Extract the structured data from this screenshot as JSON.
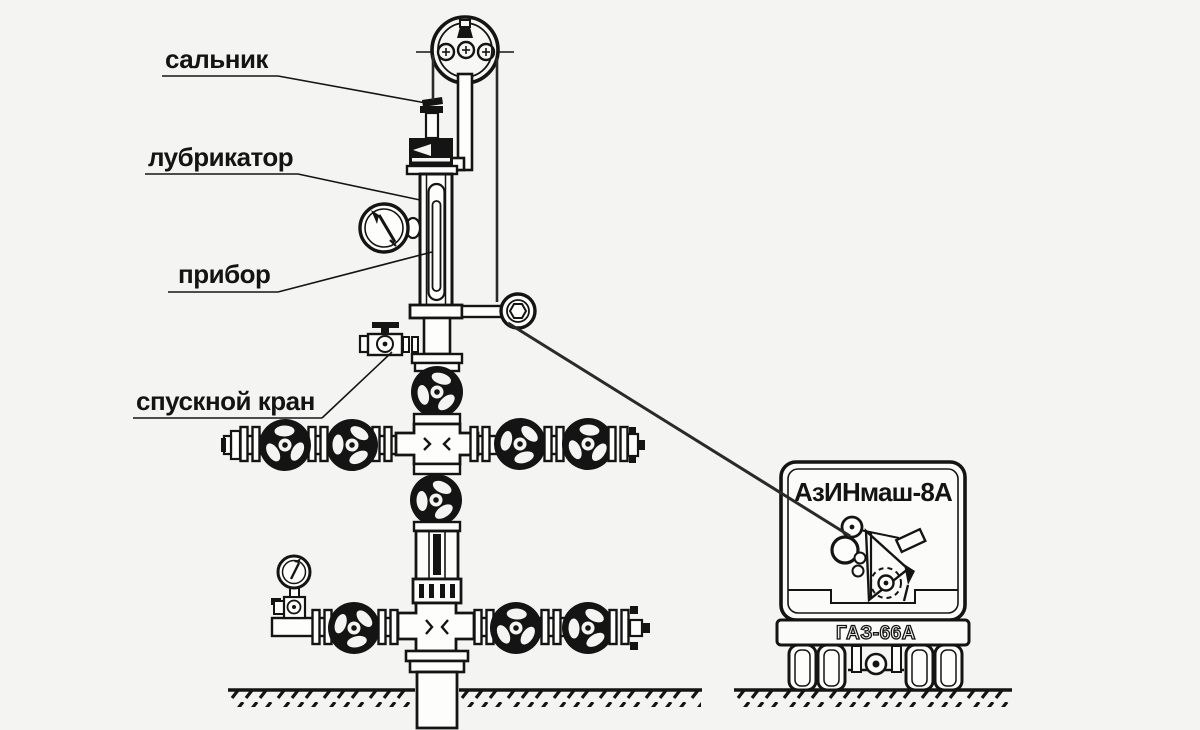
{
  "colors": {
    "background": "#f4f5f3",
    "ink": "#141414"
  },
  "labels": {
    "stuffing_box": "сальник",
    "lubricator": "лубрикатор",
    "instrument": "прибор",
    "drain_valve": "спускной кран"
  },
  "truck": {
    "unit_name": "АзИНмаш-8А",
    "chassis_name": "ГАЗ-66А"
  }
}
